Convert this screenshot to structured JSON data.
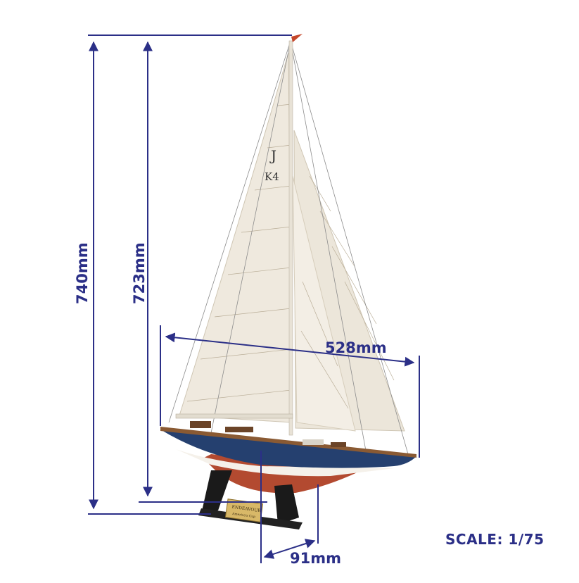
{
  "dimensions": {
    "total_height": "740mm",
    "mast_height": "723mm",
    "length": "528mm",
    "beam": "91mm"
  },
  "scale_label": "SCALE: 1/75",
  "plaque": {
    "line1": "ENDEAVOUR",
    "line2": "America's Cup"
  },
  "sail_marks": {
    "letter": "J",
    "number": "K4"
  },
  "colors": {
    "dimension_lines": "#2b2f87",
    "hull_blue": "#25406f",
    "hull_red": "#b34a30",
    "sail": "#efe9de",
    "deck_wood": "#8a5a33",
    "stand": "#1a1a1a"
  }
}
